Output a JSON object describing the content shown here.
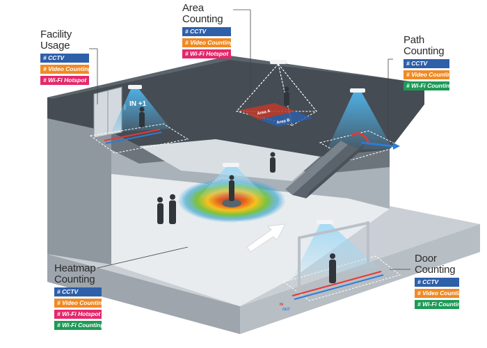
{
  "colors": {
    "cctv": "#2e5fa9",
    "video": "#f08a23",
    "wifi": "#e4286b",
    "wifi_counting": "#1d9a56"
  },
  "callouts": {
    "facility_usage": {
      "title_lines": [
        "Facility",
        "Usage"
      ],
      "tags": [
        "# CCTV",
        "# Video Counting",
        "# Wi-Fi Hotspot"
      ]
    },
    "area_counting": {
      "title_lines": [
        "Area",
        "Counting"
      ],
      "tags": [
        "# CCTV",
        "# Video Counting",
        "# Wi-Fi Hotspot"
      ]
    },
    "path_counting": {
      "title_lines": [
        "Path",
        "Counting"
      ],
      "tags": [
        "# CCTV",
        "# Video Counting",
        "# Wi-Fi Counting"
      ]
    },
    "heatmap_counting": {
      "title_lines": [
        "Heatmap",
        "Counting"
      ],
      "tags": [
        "# CCTV",
        "# Video Counting",
        "# Wi-Fi Hotspot",
        "# Wi-Fi Counting"
      ]
    },
    "door_counting": {
      "title_lines": [
        "Door",
        "Counting"
      ],
      "tags": [
        "# CCTV",
        "# Video Counting",
        "# Wi-Fi Counting"
      ]
    }
  },
  "scene_labels": {
    "in_counter": "IN +1",
    "area_a": "Area A",
    "area_b": "Area B",
    "door_in": "IN",
    "door_out": "OUT"
  }
}
